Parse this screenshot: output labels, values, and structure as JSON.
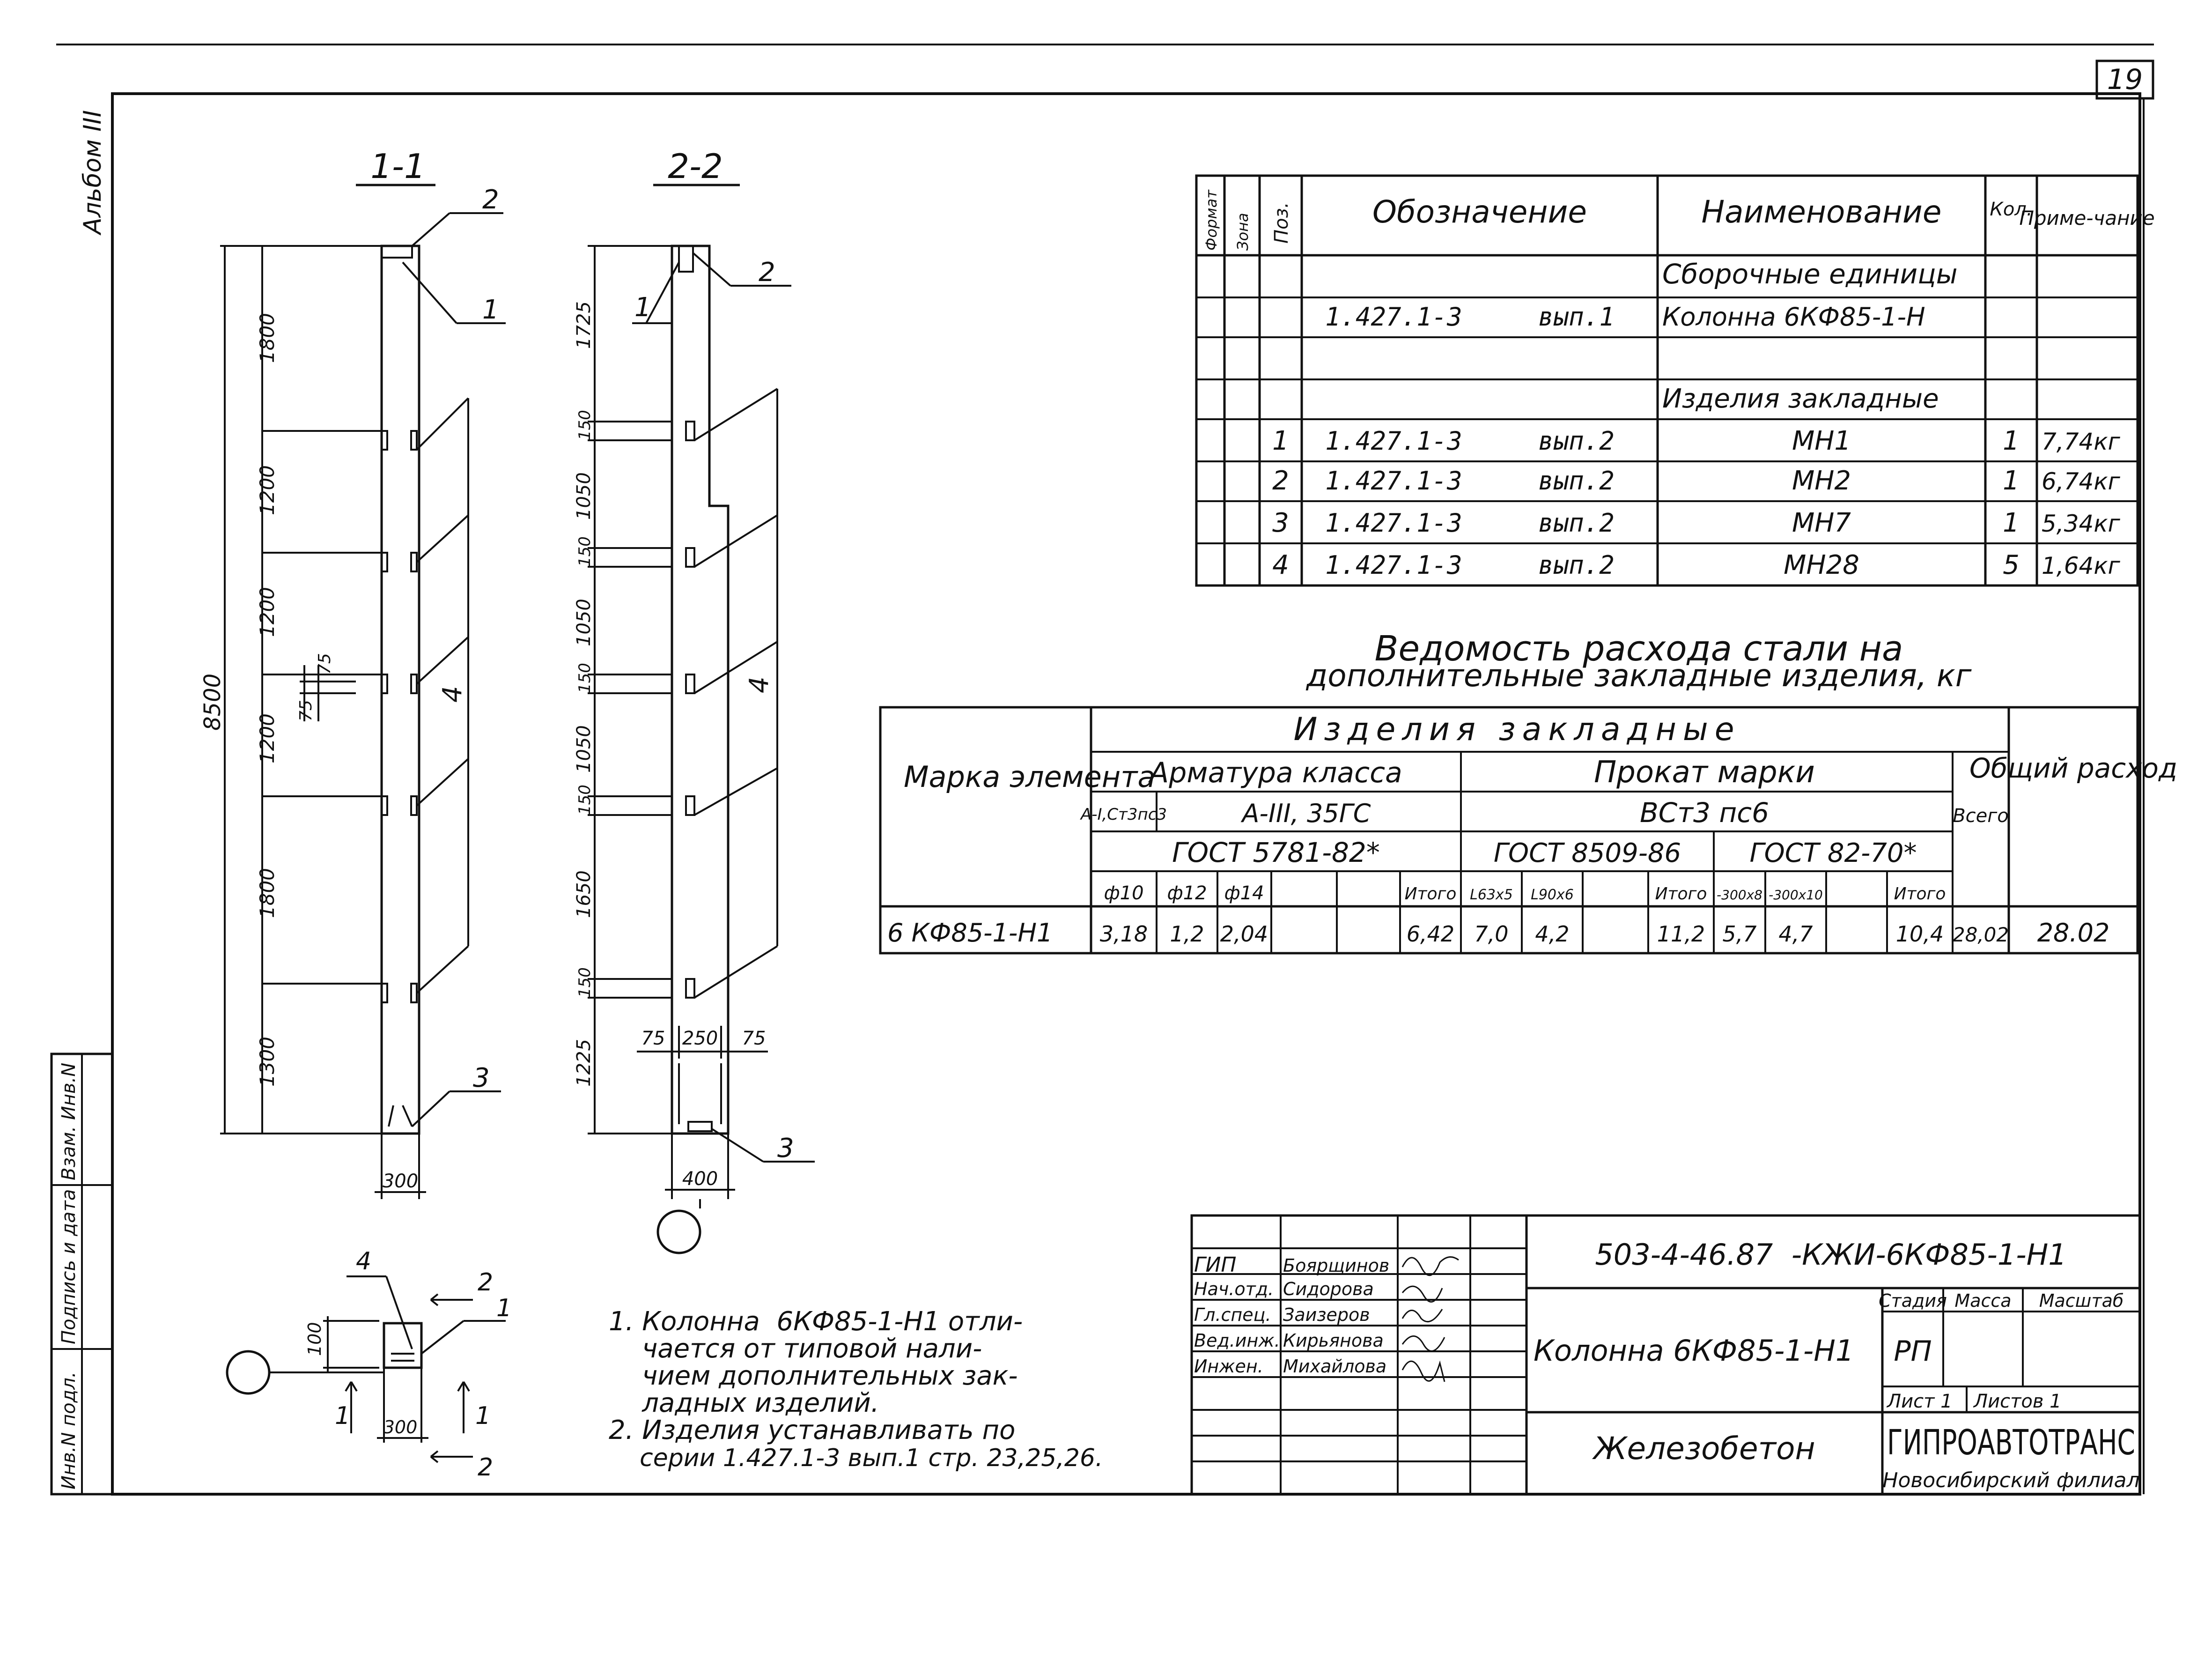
{
  "page_number": "19",
  "album_label": "Альбом III",
  "left_stamp": {
    "cells": [
      "Инв.N подл.",
      "Подпись и дата",
      "Взам. Инв.N"
    ]
  },
  "sections": {
    "s11": {
      "title": "1-1",
      "total_height": "8500",
      "dims": [
        "1800",
        "1200",
        "1200",
        "1200",
        "1800",
        "1300"
      ],
      "small_dims": [
        "75",
        "75"
      ],
      "width_dim": "300",
      "callouts": [
        "2",
        "1",
        "4",
        "3"
      ]
    },
    "s22": {
      "title": "2-2",
      "dims": [
        "1725",
        "150",
        "1050",
        "150",
        "1050",
        "150",
        "1050",
        "150",
        "1650",
        "150",
        "1225"
      ],
      "width_dims": [
        "75",
        "250",
        "75"
      ],
      "base_dim": "400",
      "callouts": [
        "1",
        "2",
        "4",
        "3"
      ]
    },
    "plan": {
      "dims": [
        "100",
        "300"
      ],
      "callouts": [
        "4",
        "2",
        "1",
        "1",
        "1",
        "2"
      ]
    }
  },
  "spec_table": {
    "headers": [
      "Формат",
      "Зона",
      "Поз.",
      "Обозначение",
      "Наименование",
      "Кол.",
      "Приме-чание"
    ],
    "rows": [
      {
        "pos": "",
        "designation": "",
        "name": "Сборочные единицы",
        "qty": "",
        "note": ""
      },
      {
        "pos": "",
        "designation": "1.427.1-3     вып.1",
        "name": "Колонна 6КФ85-1-Н",
        "qty": "",
        "note": ""
      },
      {
        "pos": "",
        "designation": "",
        "name": "",
        "qty": "",
        "note": ""
      },
      {
        "pos": "",
        "designation": "",
        "name": "Изделия закладные",
        "qty": "",
        "note": ""
      },
      {
        "pos": "1",
        "designation": "1.427.1-3     вып.2",
        "name": "МН1",
        "qty": "1",
        "note": "7,74кг"
      },
      {
        "pos": "2",
        "designation": "1.427.1-3     вып.2",
        "name": "МН2",
        "qty": "1",
        "note": "6,74кг"
      },
      {
        "pos": "3",
        "designation": "1.427.1-3     вып.2",
        "name": "МН7",
        "qty": "1",
        "note": "5,34кг"
      },
      {
        "pos": "4",
        "designation": "1.427.1-3     вып.2",
        "name": "МН28",
        "qty": "5",
        "note": "1,64кг"
      }
    ]
  },
  "steel_title": [
    "Ведомость расхода стали на",
    "дополнительные закладные изделия, кг"
  ],
  "steel_table": {
    "mark_header": "Марка элемента",
    "group_header": "Изделия закладные",
    "rebar_header": "Арматура класса",
    "rolled_header": "Прокат марки",
    "rebar_class_a1": "А-I,Ст3пс3",
    "rebar_class_a3": "А-III, 35ГС",
    "rolled_grade": "ВСт3 пс6",
    "gost_rebar": "ГОСТ 5781-82*",
    "gost_angle": "ГОСТ 8509-86",
    "gost_strip": "ГОСТ 82-70*",
    "total_col": "Всего",
    "grand_total_col": "Общий расход",
    "subheaders": [
      "ф10",
      "ф12",
      "ф14",
      "",
      "",
      "Итого",
      "L63x5",
      "L90x6",
      "",
      "Итого",
      "-300x8",
      "-300x10",
      "",
      "Итого"
    ],
    "row": {
      "mark": "6 КФ85-1-Н1",
      "values": [
        "3,18",
        "1,2",
        "2,04",
        "",
        "",
        "6,42",
        "7,0",
        "4,2",
        "",
        "11,2",
        "5,7",
        "4,7",
        "",
        "10,4"
      ],
      "total": "28,02",
      "grand_total": "28.02"
    }
  },
  "notes": [
    "1. Колонна  6КФ85-1-Н1 отли-",
    "    чается от типовой нали-",
    "    чием дополнительных зак-",
    "    ладных изделий.",
    "2. Изделия устанавливать по",
    "    серии 1.427.1-3 вып.1 стр. 23,25,26."
  ],
  "title_block": {
    "code": "503-4-46.87  -КЖИ-6КФ85-1-Н1",
    "signatures": [
      {
        "role": "ГИП",
        "name": "Боярщинов"
      },
      {
        "role": "Нач.отд.",
        "name": "Сидорова"
      },
      {
        "role": "Гл.спец.",
        "name": "Заизеров"
      },
      {
        "role": "Вед.инж.",
        "name": "Кирьянова"
      },
      {
        "role": "Инжен.",
        "name": "Михайлова"
      }
    ],
    "object_name": "Колонна 6КФ85-1-Н1",
    "material": "Железобетон",
    "stage_label": "Стадия",
    "mass_label": "Масса",
    "scale_label": "Масштаб",
    "stage_value": "РП",
    "sheet_label": "Лист 1",
    "sheets_label": "Листов 1",
    "org_name": "ГИПРОАВТОТРАНС",
    "org_branch": "Новосибирский филиал"
  }
}
